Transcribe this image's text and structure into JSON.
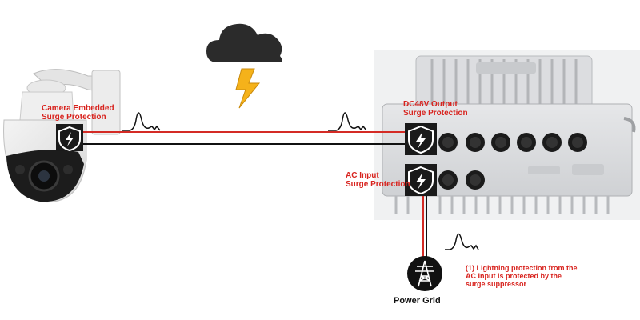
{
  "labels": {
    "camera": [
      "Camera Embedded",
      "Surge Protection"
    ],
    "dc48v": [
      "DC48V Output",
      "Surge Protection"
    ],
    "ac_input": [
      "AC Input",
      "Surge Protection"
    ],
    "power_grid": "Power Grid",
    "note": [
      "(1) Lightning protection from the",
      "AC Input is protected by the",
      "surge suppressor"
    ]
  },
  "icons": [
    "cloud-icon",
    "lightning-bolt-icon",
    "shield-lightning-icon",
    "power-tower-icon",
    "surge-pulse-icon"
  ],
  "colors": {
    "red_line": "#d42b25",
    "black_line": "#111111",
    "label_red": "#d8231e",
    "cloud": "#2b2b2b",
    "bolt": "#f5b21a",
    "shield_bg": "#1a1a1a",
    "enclosure": "#d9dadc",
    "fins": "#bfc1c4"
  }
}
